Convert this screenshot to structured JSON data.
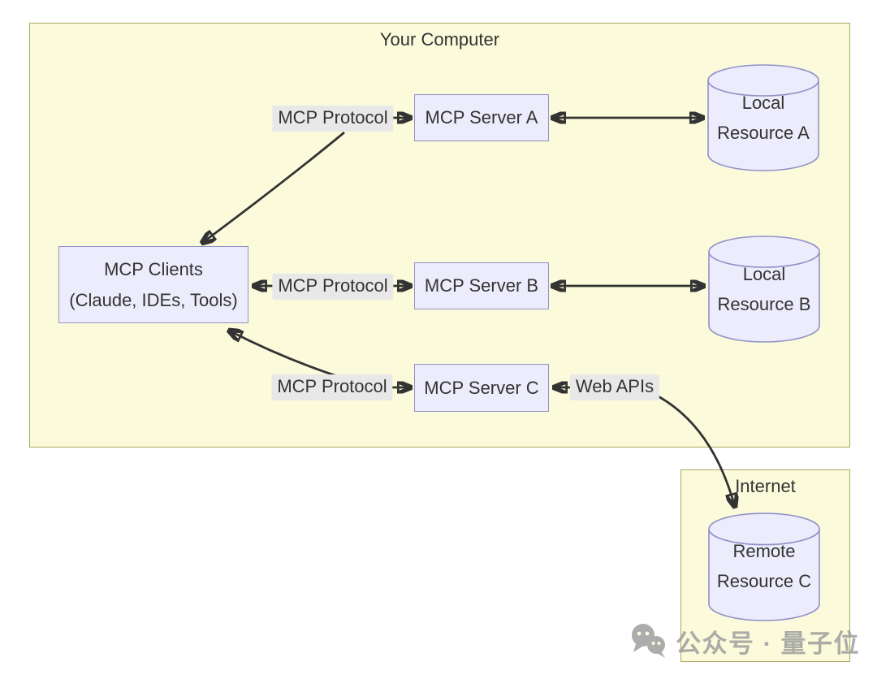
{
  "clusters": {
    "your_computer": {
      "title": "Your Computer"
    },
    "internet": {
      "title": "Internet"
    }
  },
  "nodes": {
    "mcp_clients": {
      "title": "MCP Clients",
      "subtitle": "(Claude, IDEs, Tools)"
    },
    "mcp_server_a": {
      "label": "MCP Server A"
    },
    "mcp_server_b": {
      "label": "MCP Server B"
    },
    "mcp_server_c": {
      "label": "MCP Server C"
    },
    "local_resource_a": {
      "label": "Local Resource A"
    },
    "local_resource_b": {
      "label": "Local Resource B"
    },
    "remote_resource_c": {
      "label": "Remote Resource C"
    }
  },
  "edge_labels": {
    "protocol_a": "MCP Protocol",
    "protocol_b": "MCP Protocol",
    "protocol_c": "MCP Protocol",
    "web_apis": "Web APIs"
  },
  "colors": {
    "cluster_fill": "#fbfbdc",
    "cluster_border": "#a9a95f",
    "node_fill": "#ececfc",
    "node_border": "#9292c8",
    "edge": "#333333",
    "edge_label_bg": "#e8e8e8",
    "text": "#333333",
    "watermark": "#9b9b9b"
  },
  "watermark": {
    "text": "公众号 · 量子位",
    "icon": "wechat-icon"
  }
}
